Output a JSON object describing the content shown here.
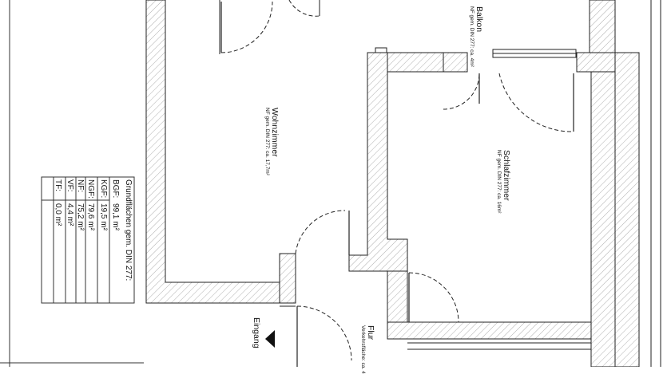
{
  "rooms": {
    "balkon": {
      "name": "Balkon",
      "note": "NF gem. DIN 277: ca. 4m²"
    },
    "wohnzimmer": {
      "name": "Wohnzimmer",
      "note": "NF gem. DIN 277: ca. 17,7m²"
    },
    "schlafzimmer": {
      "name": "Schlafzimmer",
      "note": "NF gem. DIN 277: ca. 16m²"
    },
    "flur": {
      "name": "Flur",
      "note": "Verkehrsfläche: ca. 4"
    }
  },
  "entrance": {
    "label": "Eingang"
  },
  "area_table": {
    "title": "Grundflächen gem. DIN 277:",
    "rows": [
      {
        "label": "BGF:",
        "value": "99,1 m²"
      },
      {
        "label": "KGF:",
        "value": "19,5 m²"
      },
      {
        "label": "NGF:",
        "value": "79,6 m²"
      },
      {
        "label": "NF:",
        "value": "75,2 m²"
      },
      {
        "label": "VF:",
        "value": "4,4 m²"
      },
      {
        "label": "TF:",
        "value": "0,0 m²"
      }
    ]
  },
  "colors": {
    "wall_line": "#222222",
    "hatch": "#9a9a9a",
    "background": "#ffffff"
  }
}
